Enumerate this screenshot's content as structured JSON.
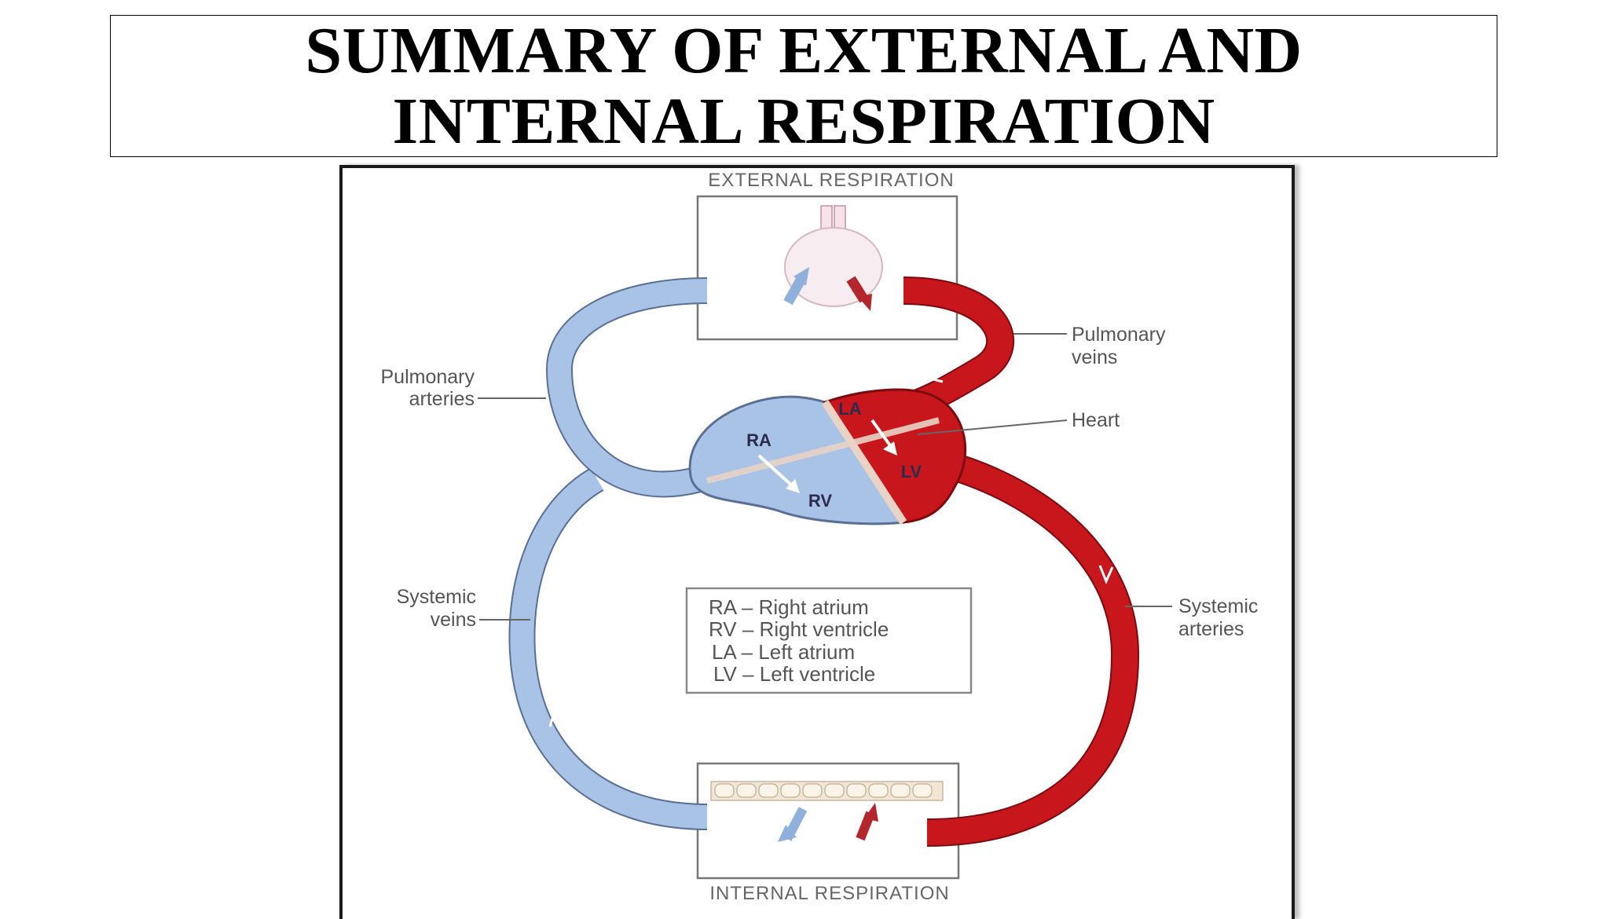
{
  "slide": {
    "title_line1": "SUMMARY OF EXTERNAL AND",
    "title_line2": "INTERNAL RESPIRATION"
  },
  "diagram": {
    "top_caption": "EXTERNAL RESPIRATION",
    "bottom_caption": "INTERNAL RESPIRATION",
    "labels": {
      "pulmonary_arteries_1": "Pulmonary",
      "pulmonary_arteries_2": "arteries",
      "pulmonary_veins_1": "Pulmonary",
      "pulmonary_veins_2": "veins",
      "heart": "Heart",
      "systemic_veins_1": "Systemic",
      "systemic_veins_2": "veins",
      "systemic_arteries_1": "Systemic",
      "systemic_arteries_2": "arteries"
    },
    "chambers": {
      "ra": "RA",
      "rv": "RV",
      "la": "LA",
      "lv": "LV"
    },
    "key": [
      "RA – Right atrium",
      "RV – Right ventricle",
      "LA – Left atrium",
      "LV – Left ventricle"
    ],
    "colors": {
      "deoxygenated": "#a9c3e6",
      "oxygenated": "#c8161d",
      "outline": "#5a6e96"
    }
  }
}
